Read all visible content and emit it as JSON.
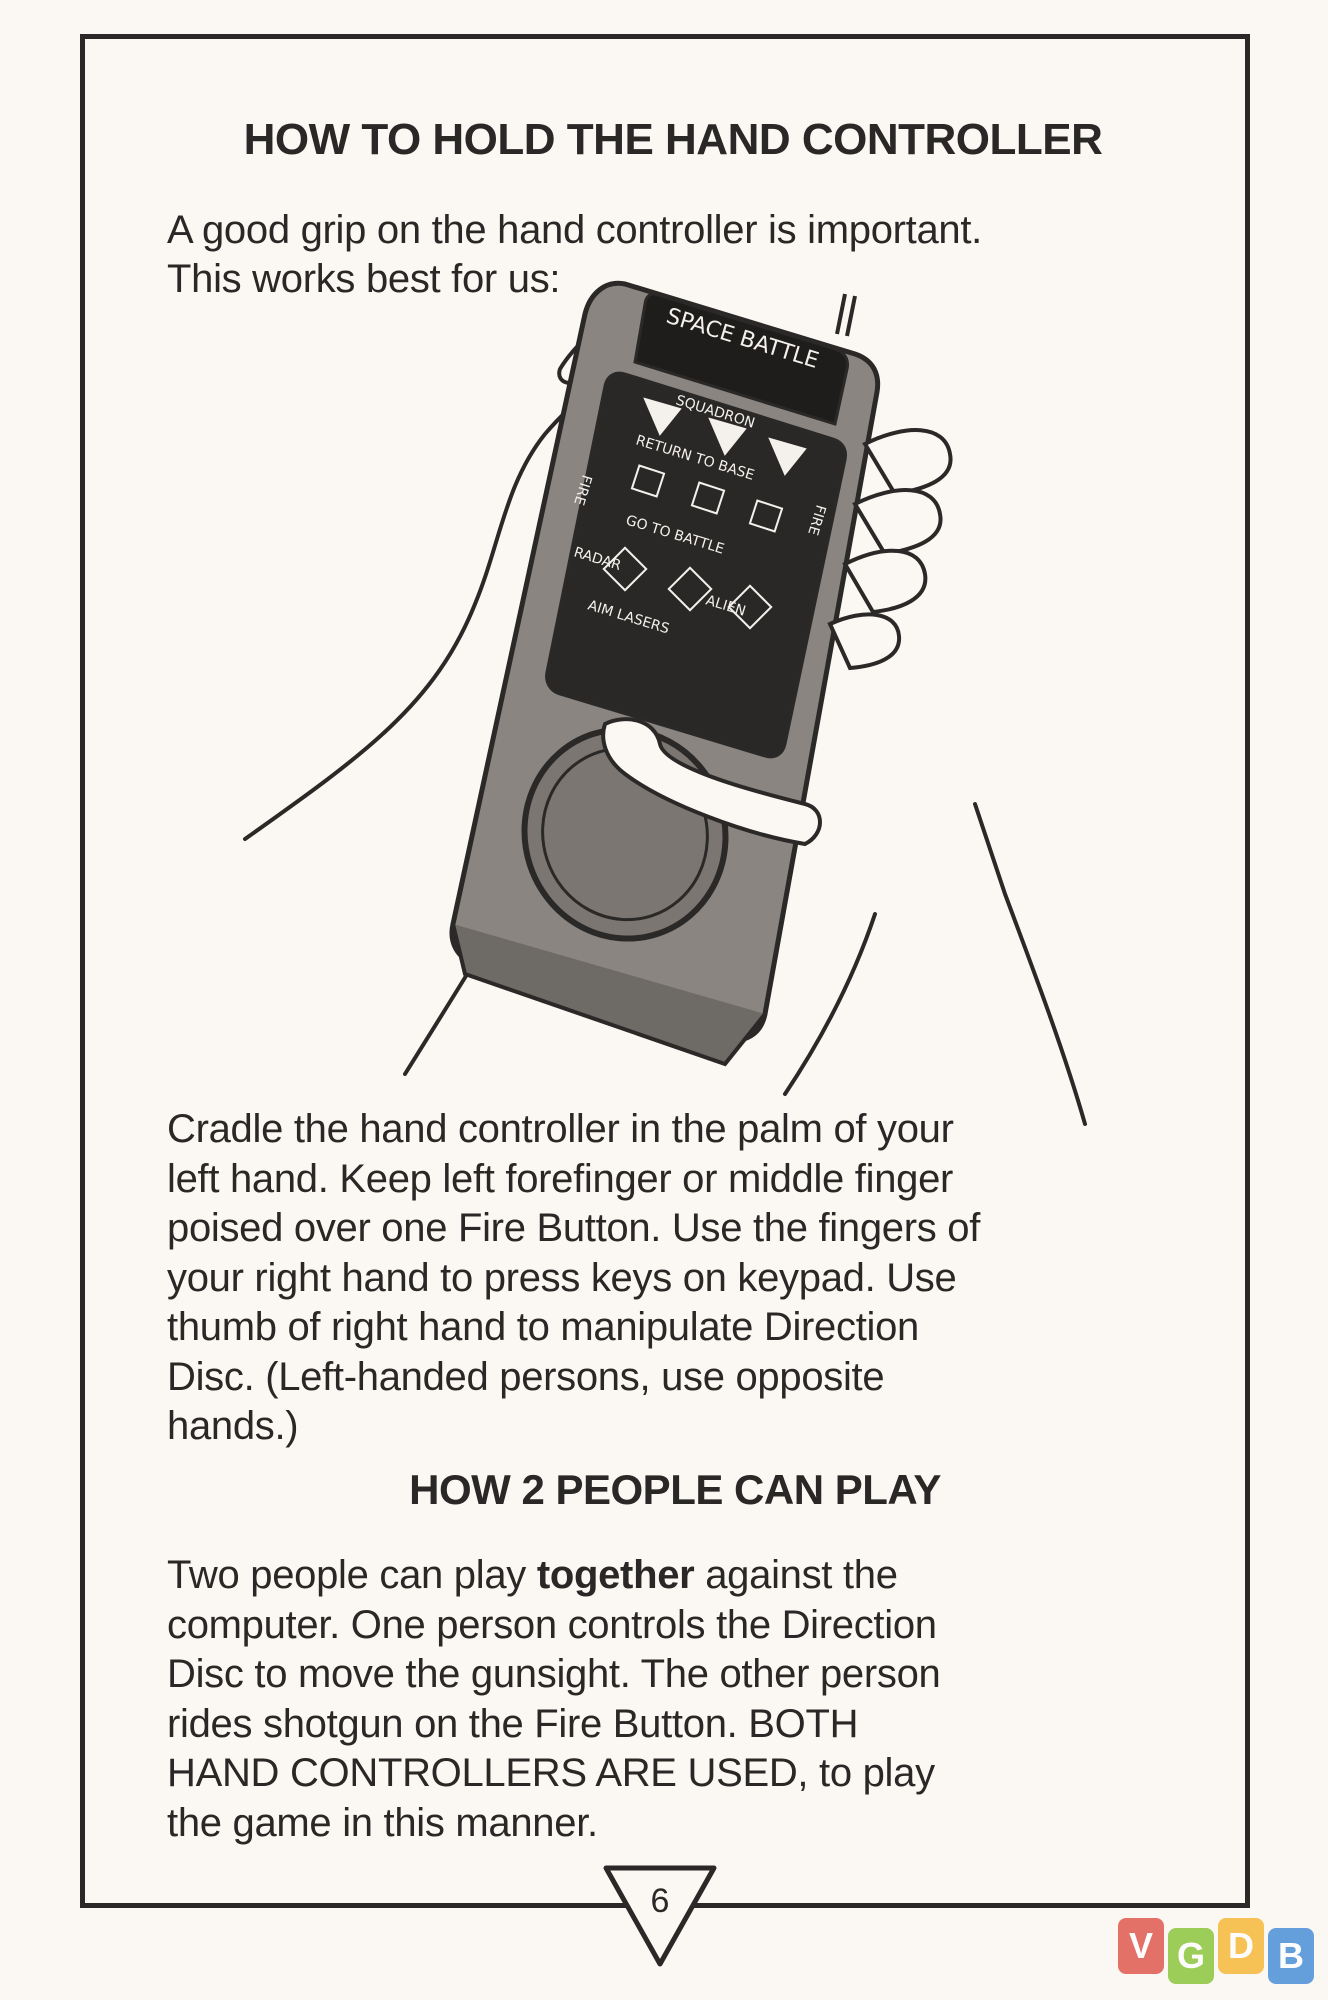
{
  "headings": {
    "hold_controller": "HOW TO HOLD THE HAND CONTROLLER",
    "two_people": "HOW 2 PEOPLE CAN PLAY"
  },
  "intro_lines": [
    "A good grip on the hand controller is important.",
    "This works best for us:"
  ],
  "controller": {
    "title": "SPACE BATTLE",
    "labels": {
      "squadron": "SQUADRON",
      "return_to_base": "RETURN TO BASE",
      "go_to_battle": "GO TO BATTLE",
      "radar": "RADAR",
      "alien": "ALIEN",
      "aim_lasers": "AIM LASERS",
      "fire_left": "FIRE",
      "fire_right": "FIRE"
    }
  },
  "cradle_lines": [
    "Cradle the hand controller in the palm of your",
    "left hand. Keep left forefinger or middle finger",
    "poised over one Fire Button. Use the fingers of",
    "your right hand to press keys on keypad. Use",
    "thumb of right hand to manipulate Direction",
    "Disc. (Left-handed persons, use opposite",
    "hands.)"
  ],
  "two_people": {
    "line1_before": "Two people can play ",
    "line1_bold": "together",
    "line1_after": " against the",
    "lines": [
      "computer. One person controls the Direction",
      "Disc to move the gunsight. The other person",
      "rides shotgun on the Fire Button. BOTH",
      "HAND CONTROLLERS ARE USED, to play",
      "the game in this manner."
    ]
  },
  "page_number": "6",
  "watermark": {
    "letters": [
      "V",
      "G",
      "D",
      "B"
    ],
    "colors": [
      "#e05a4f",
      "#8dc63f",
      "#f6b93b",
      "#4a90d9"
    ]
  }
}
